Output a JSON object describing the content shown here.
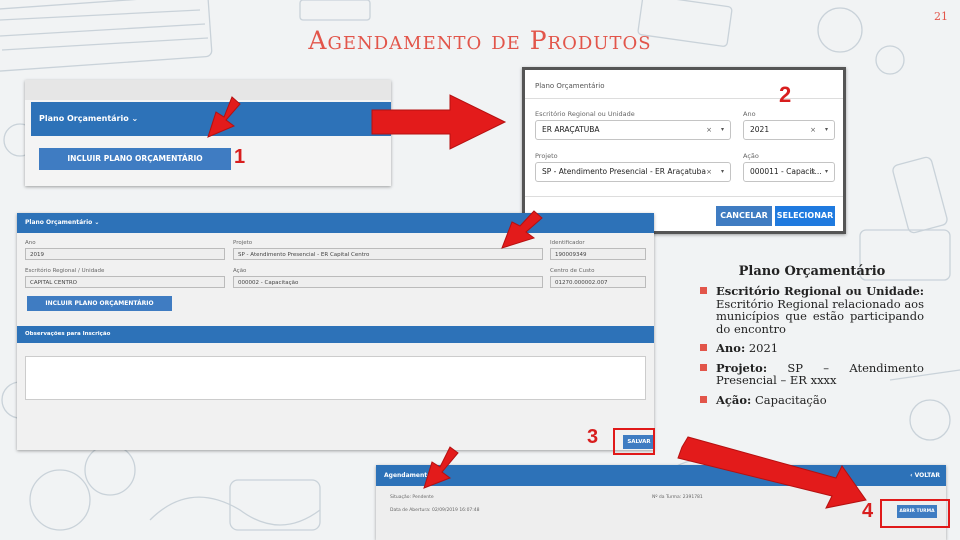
{
  "page_number": "21",
  "title": "Agendamento de Produtos",
  "panel1": {
    "header": "Plano Orçamentário ⌄",
    "button": "INCLUIR PLANO ORÇAMENTÁRIO",
    "step": "1"
  },
  "dialog": {
    "title": "Plano Orçamentário",
    "step": "2",
    "fields": {
      "escritorio_label": "Escritório Regional ou Unidade",
      "escritorio_value": "ER ARAÇATUBA",
      "ano_label": "Ano",
      "ano_value": "2021",
      "projeto_label": "Projeto",
      "projeto_value": "SP - Atendimento Presencial - ER Araçatuba",
      "acao_label": "Ação",
      "acao_value": "000011 - Capacit..."
    },
    "cancel": "CANCELAR",
    "select": "SELECIONAR"
  },
  "form": {
    "header": "Plano Orçamentário ⌄",
    "ano_label": "Ano",
    "ano_value": "2019",
    "projeto_label": "Projeto",
    "projeto_value": "SP - Atendimento Presencial - ER Capital Centro",
    "ident_label": "Identificador",
    "ident_value": "190009349",
    "escritorio_label": "Escritório Regional / Unidade",
    "escritorio_value": "CAPITAL CENTRO",
    "acao_label": "Ação",
    "acao_value": "000002 - Capacitação",
    "centro_label": "Centro de Custo",
    "centro_value": "01270.000002.007",
    "button": "INCLUIR PLANO ORÇAMENTÁRIO",
    "obs_header": "Observações para Inscrição",
    "save": "SALVAR",
    "step": "3"
  },
  "panel4": {
    "header": "Agendamento d",
    "back": "‹ VOLTAR",
    "situacao": "Situação: Pendente",
    "turma": "Nº da Turma: 2391781",
    "data": "Data de Abertura: 02/09/2019 16:07:48",
    "button": "ABRIR TURMA",
    "step": "4"
  },
  "bullets": {
    "heading": "Plano Orçamentário",
    "items": [
      {
        "bold": "Escritório Regional ou Unidade:",
        "text": " Escritório Regional relacionado aos municípios que estão participando do encontro"
      },
      {
        "bold": "Ano:",
        "text": " 2021"
      },
      {
        "bold": "Projeto:",
        "text": " SP – Atendimento Presencial – ER xxxx"
      },
      {
        "bold": "Ação:",
        "text": " Capacitação"
      }
    ]
  },
  "colors": {
    "accent": "#e2554a",
    "blue": "#2d72b8",
    "arrow": "#e31b1b"
  }
}
